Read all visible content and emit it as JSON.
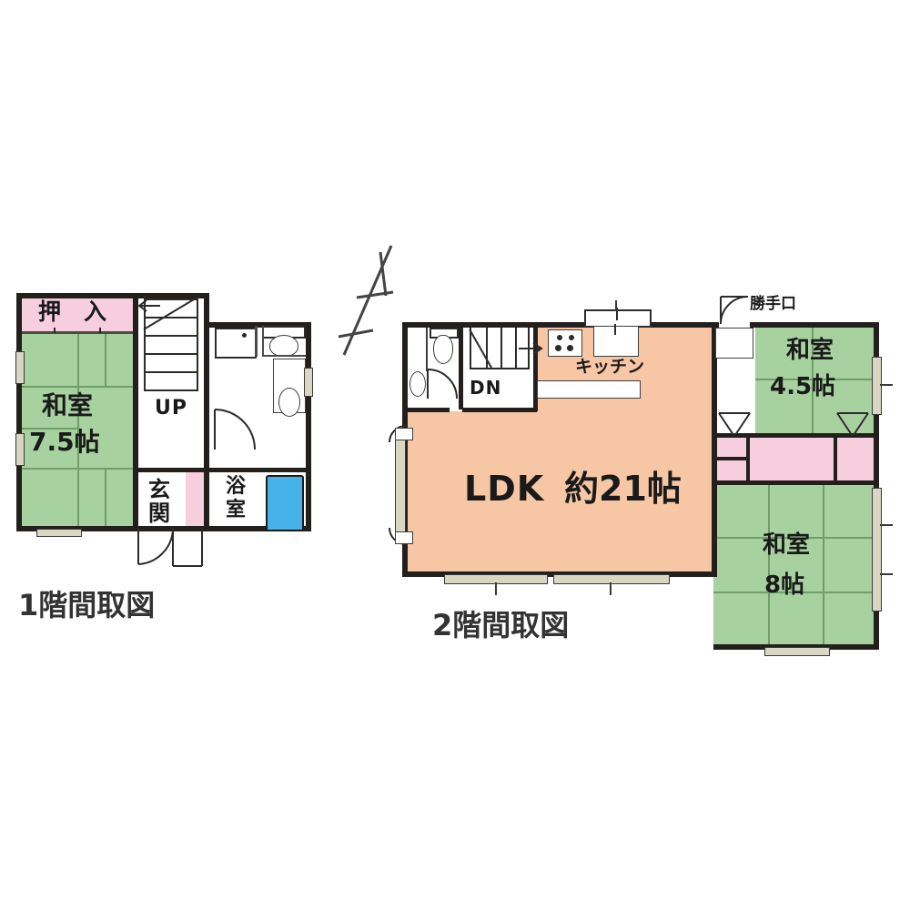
{
  "document": {
    "type": "real-estate-floor-plan",
    "north_arrow": "north-arrow"
  },
  "floor1": {
    "caption": "1階間取図",
    "rooms": [
      {
        "id": "oshiire",
        "label": "押　入",
        "kind": "closet",
        "color": "#f6cede"
      },
      {
        "id": "washitsu1",
        "label_top": "和室",
        "label_size": "7.5帖",
        "kind": "tatami",
        "color": "#a8d1a0"
      },
      {
        "id": "stairs_up",
        "label": "UP",
        "kind": "stairs",
        "color": "#ffffff"
      },
      {
        "id": "genkan",
        "label_1": "玄",
        "label_2": "関",
        "kind": "entrance",
        "color": "#ffffff"
      },
      {
        "id": "yokushitsu",
        "label_1": "浴",
        "label_2": "室",
        "kind": "bath",
        "color": "#ffffff"
      },
      {
        "id": "toilet",
        "label": "",
        "kind": "toilet",
        "color": "#ffffff"
      },
      {
        "id": "bathtub",
        "label": "",
        "kind": "bathtub",
        "color": "#46b2e8"
      }
    ]
  },
  "floor2": {
    "caption": "2階間取図",
    "rooms": [
      {
        "id": "ldk",
        "label_name": "LDK",
        "label_size": "約21帖",
        "kind": "living",
        "color": "#f7c6a4"
      },
      {
        "id": "kitchen",
        "label": "キッチン",
        "kind": "kitchen",
        "color": "#f7c6a4"
      },
      {
        "id": "stairs_dn",
        "label": "DN",
        "kind": "stairs",
        "color": "#ffffff"
      },
      {
        "id": "washitsu45",
        "label_top": "和室",
        "label_size": "4.5帖",
        "kind": "tatami",
        "color": "#a8d1a0"
      },
      {
        "id": "washitsu8",
        "label_top": "和室",
        "label_size": "8帖",
        "kind": "tatami",
        "color": "#a8d1a0"
      },
      {
        "id": "service_door",
        "label": "勝手口",
        "kind": "door-label",
        "color": "#ffffff"
      },
      {
        "id": "toilet2",
        "label": "",
        "kind": "toilet",
        "color": "#ffffff"
      },
      {
        "id": "closet_strip",
        "label": "",
        "kind": "closet",
        "color": "#f6cede"
      }
    ]
  },
  "palette": {
    "tatami_green": "#a8d1a0",
    "tatami_line": "#6f9e6a",
    "closet_pink": "#f6cede",
    "ldk_peach": "#f7c6a4",
    "bathtub_blue": "#46b2e8",
    "wall_black": "#231f1c",
    "window_beige": "#d9d6c4",
    "background": "#ffffff"
  }
}
